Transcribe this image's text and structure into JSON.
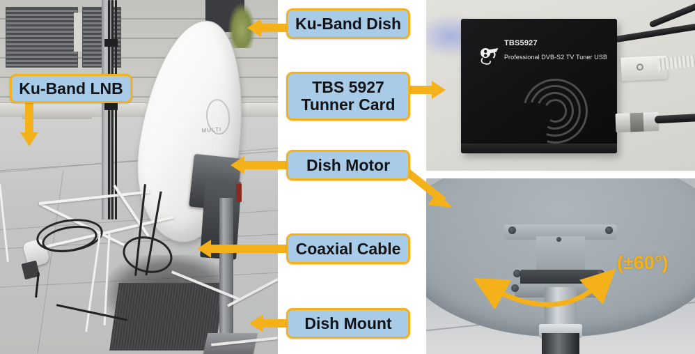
{
  "figure": {
    "kind": "annotated-photo-figure",
    "accent_color": "#F5B11A",
    "label_fill_color": "#A8CBE8",
    "label_text_color": "#111317"
  },
  "labels": [
    {
      "id": "ku-band-lnb",
      "text": "Ku-Band LNB",
      "lines": [
        "Ku-Band LNB"
      ],
      "arrow": "down",
      "target": "LNB feed horn on dish arm"
    },
    {
      "id": "ku-band-dish",
      "text": "Ku-Band Dish",
      "lines": [
        "Ku-Band Dish"
      ],
      "arrow": "left",
      "target": "white parabolic dish reflector"
    },
    {
      "id": "tbs-5927",
      "text": "TBS 5927 Tunner Card",
      "lines": [
        "TBS 5927",
        "Tunner Card"
      ],
      "arrow": "right",
      "target": "black TBS5927 USB tuner box"
    },
    {
      "id": "dish-motor",
      "text": "Dish Motor",
      "lines": [
        "Dish Motor"
      ],
      "arrow": "left-and-diagonal-down-right",
      "target": "motor assembly behind dish"
    },
    {
      "id": "coaxial-cable",
      "text": "Coaxial Cable",
      "lines": [
        "Coaxial Cable"
      ],
      "arrow": "left",
      "target": "coiled coaxial cable on roof"
    },
    {
      "id": "dish-mount",
      "text": "Dish Mount",
      "lines": [
        "Dish Mount"
      ],
      "arrow": "left",
      "target": "tripod mount base"
    }
  ],
  "photos": {
    "left": {
      "id": "rooftop-dish-photo",
      "description": "White Ku-band satellite dish mounted on a rooftop tripod, concrete roof deck, building facade with louvered vents behind"
    },
    "top_right": {
      "id": "tbs-tuner-photo",
      "description": "Black TBS5927 USB DVB-S2 tuner box on a white desk with USB and coaxial cables attached",
      "device_logo": "TBS5927",
      "device_subtitle": "Professional DVB-S2 TV Tuner USB"
    },
    "bottom_right": {
      "id": "dish-motor-closeup-photo",
      "description": "Close-up of the rear of the dish showing the motorized azimuth mount and clamp hardware",
      "annotation_text": "(±60°)",
      "annotation_arrow": "double-headed curved arrow indicating azimuth sweep range"
    }
  }
}
